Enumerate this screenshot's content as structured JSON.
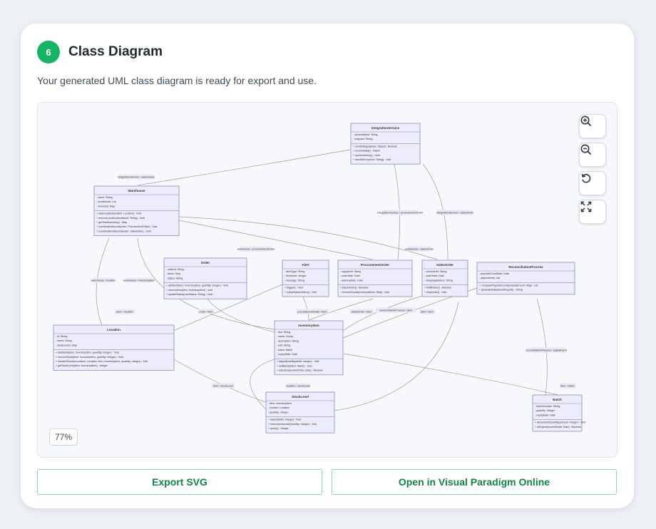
{
  "header": {
    "step": "6",
    "title": "Class Diagram",
    "subtitle": "Your generated UML class diagram is ready for export and use."
  },
  "zoom": "77%",
  "buttons": {
    "export_svg": "Export SVG",
    "open_vp": "Open in Visual Paradigm Online"
  },
  "controls": {
    "zoom_in": "zoom-in-icon",
    "zoom_out": "zoom-out-icon",
    "reset": "reset-icon",
    "fit": "fit-screen-icon"
  },
  "diagram": {
    "classes": [
      {
        "name": "IntegrationService",
        "attributes": [
          "serviceName: String",
          "endpoint: String"
        ],
        "methods": [
          "sendData(payload: Object) : Boolean",
          "receiveData() : Object",
          "syncInventory() : Void",
          "handleError(error: String) : Void"
        ]
      },
      {
        "name": "Warehouse",
        "attributes": [
          "name: String",
          "locationList: List",
          "inventory: Map"
        ],
        "methods": [
          "addLocation(location: Location) : Void",
          "removeLocation(locationId: String) : Void",
          "getTotalInventory() : Map",
          "coordinateInbound(order: ProcurementOrder) : Void",
          "coordinateOutbound(order: SalesOrder) : Void"
        ]
      },
      {
        "name": "Order",
        "attributes": [
          "orderId: String",
          "items: Map",
          "status: String"
        ],
        "methods": [
          "addItem(item: InventoryItem, quantity: Integer) : Void",
          "removeItem(item: InventoryItem) : Void",
          "updateStatus(newStatus: String) : Void"
        ]
      },
      {
        "name": "Alert",
        "attributes": [
          "alertType: String",
          "threshold: Integer",
          "message: String"
        ],
        "methods": [
          "trigger() : Void",
          "notifyStakeholders() : Void"
        ]
      },
      {
        "name": "ProcurementOrder",
        "attributes": [
          "supplierId: String",
          "orderDate: Date",
          "deliveryDate: Date"
        ],
        "methods": [
          "placeOrder() : Boolean",
          "receiveGoods(receivedItems: Map) : Void"
        ]
      },
      {
        "name": "SalesOrder",
        "attributes": [
          "customerId: String",
          "orderDate: Date",
          "shippingAddress: String"
        ],
        "methods": [
          "fulfillOrder() : Boolean",
          "shipOrder() : Void"
        ]
      },
      {
        "name": "ReconciliationProcess",
        "attributes": [
          "physicalCountDate: Date",
          "adjustments: List"
        ],
        "methods": [
          "comparePhysicalCount(physicalCount: Map) : List",
          "generateAdjustmentReport() : String"
        ]
      },
      {
        "name": "Location",
        "attributes": [
          "id: String",
          "name: String",
          "stockLevels: Map"
        ],
        "methods": [
          "addStock(item: InventoryItem, quantity: Integer) : Void",
          "removeStock(item: InventoryItem, quantity: Integer) : Void",
          "transferStock(toLocation: Location, item: InventoryItem, quantity: Integer) : Void",
          "getStockLevel(item: InventoryItem) : Integer"
        ]
      },
      {
        "name": "InventoryItem",
        "attributes": [
          "sku: String",
          "name: String",
          "description: String",
          "unit: String",
          "batch: Batch",
          "expiryDate: Date"
        ],
        "methods": [
          "adjustQuantity(delta: Integer) : Void",
          "setBatch(batch: Batch) : Void",
          "isExpired(currentDate: Date) : Boolean"
        ]
      },
      {
        "name": "StockLevel",
        "attributes": [
          "item: InventoryItem",
          "location: Location",
          "quantity: Integer"
        ],
        "methods": [
          "adjust(delta: Integer) : Void",
          "reserve(reservedQuantity: Integer) : Void",
          "query() : Integer"
        ]
      },
      {
        "name": "Batch",
        "attributes": [
          "batchNumber: String",
          "quantity: Integer",
          "expiryDate: Date"
        ],
        "methods": [
          "decrementQuantity(amount: Integer) : Void",
          "isExpired(currentDate: Date) : Boolean"
        ]
      }
    ],
    "edge_labels": [
      "integrationService / warehouse",
      "integrationService / procurementOrder",
      "integrationService / salesOrder",
      "warehouse / procurementOrder",
      "warehouse / salesOrder",
      "warehouse / location",
      "warehouse / inventoryItem",
      "alert / location",
      "order / item",
      "procurementOrder / item",
      "salesOrder / item",
      "reconciliationProcess / item",
      "alert / item",
      "reconciliationProcess / adjustment",
      "item / stockLevel",
      "location / stockLevel",
      "item / batch"
    ]
  }
}
